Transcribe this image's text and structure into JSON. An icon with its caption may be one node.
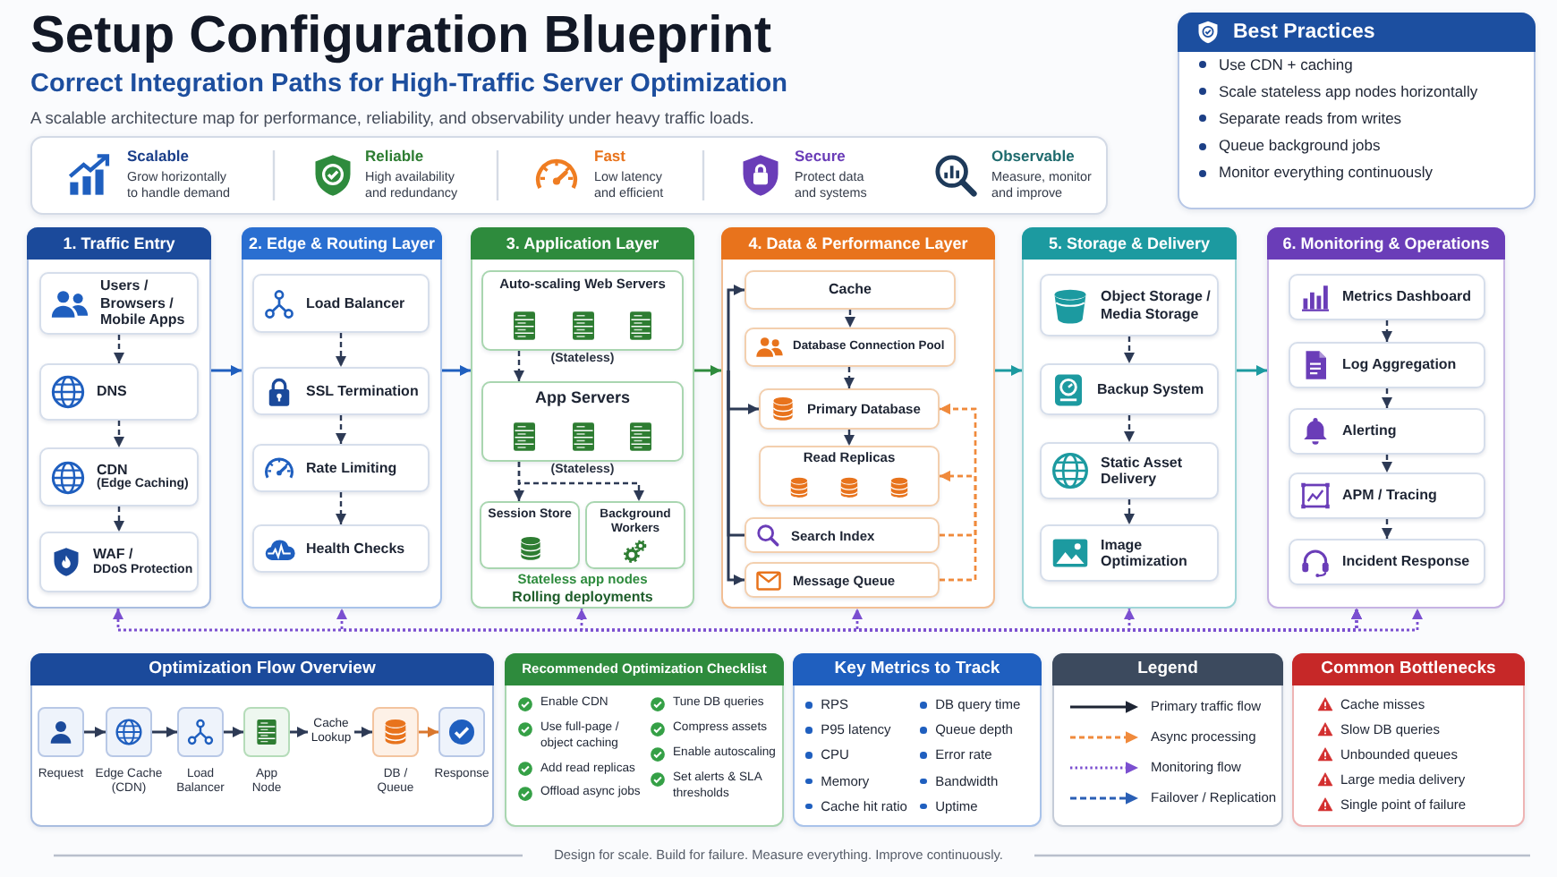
{
  "diagram": {
    "title": "Setup Configuration Blueprint",
    "caption": "Design for scale. Build for failure. Measure everything. Improve continuously.",
    "nodes": [
      {
        "text": [
          "Scalable",
          "Grow horizontally to handle demand",
          "Reliable",
          "High availability and redundancy",
          "Fast",
          "Low latency and efficient",
          "Secure",
          "Protect data and systems",
          "Observable",
          "Measure, monitor and improve"
        ]
      },
      {
        "text": [
          "Best Practices",
          "Use CDN + caching",
          "Scale stateless app nodes horizontally",
          "Separate reads from writes",
          "Queue background jobs",
          "Monitor everything continuously"
        ]
      },
      {
        "text": [
          "1. Traffic Entry"
        ]
      },
      {
        "text": [
          "Users / Browsers / Mobile Apps"
        ],
        "in": 2
      },
      {
        "text": [
          "DNS"
        ],
        "in": 2
      },
      {
        "text": [
          "CDN",
          "(Edge Caching)"
        ],
        "in": 2
      },
      {
        "text": [
          "WAF /",
          "DDoS Protection"
        ],
        "in": 2
      },
      {
        "text": [
          "2. Edge & Routing Layer"
        ]
      },
      {
        "text": [
          "Load Balancer"
        ],
        "in": 7
      },
      {
        "text": [
          "SSL Termination"
        ],
        "in": 7
      },
      {
        "text": [
          "Rate Limiting"
        ],
        "in": 7
      },
      {
        "text": [
          "Health Checks"
        ],
        "in": 7
      },
      {
        "text": [
          "3. Application Layer",
          "Stateless app nodes",
          "Rolling deployments"
        ]
      },
      {
        "text": [
          "Auto-scaling Web Servers"
        ],
        "beside": [
          "(Stateless)"
        ],
        "in": 12
      },
      {
        "text": [
          "App Servers"
        ],
        "beside": [
          "(Stateless)"
        ],
        "in": 12
      },
      {
        "text": [
          "Session Store"
        ],
        "in": 12
      },
      {
        "text": [
          "Background Workers"
        ],
        "in": 12
      },
      {
        "text": [
          "4. Data & Performance Layer"
        ]
      },
      {
        "text": [
          "Cache"
        ],
        "in": 17
      },
      {
        "text": [
          "Database Connection Pool"
        ],
        "in": 17
      },
      {
        "text": [
          "Primary Database"
        ],
        "in": 17
      },
      {
        "text": [
          "Read Replicas"
        ],
        "in": 17
      },
      {
        "text": [
          "Search Index"
        ],
        "in": 17
      },
      {
        "text": [
          "Message Queue"
        ],
        "in": 17
      },
      {
        "text": [
          "5. Storage & Delivery"
        ]
      },
      {
        "text": [
          "Object Storage / Media Storage"
        ],
        "in": 24
      },
      {
        "text": [
          "Backup System"
        ],
        "in": 24
      },
      {
        "text": [
          "Static Asset Delivery"
        ],
        "in": 24
      },
      {
        "text": [
          "Image Optimization"
        ],
        "in": 24
      },
      {
        "text": [
          "6. Monitoring & Operations"
        ]
      },
      {
        "text": [
          "Metrics Dashboard"
        ],
        "in": 29
      },
      {
        "text": [
          "Log Aggregation"
        ],
        "in": 29
      },
      {
        "text": [
          "Alerting"
        ],
        "in": 29
      },
      {
        "text": [
          "APM / Tracing"
        ],
        "in": 29
      },
      {
        "text": [
          "Incident Response"
        ],
        "in": 29
      },
      {
        "text": [
          "Optimization Flow Overview"
        ]
      },
      {
        "text": [],
        "shape": "box",
        "beside": [
          "Request"
        ],
        "in": 35
      },
      {
        "text": [],
        "shape": "box",
        "beside": [
          "Edge Cache (CDN)"
        ],
        "in": 35
      },
      {
        "text": [],
        "shape": "box",
        "beside": [
          "Load Balancer"
        ],
        "in": 35
      },
      {
        "text": [],
        "shape": "box",
        "beside": [
          "App Node"
        ],
        "in": 35
      },
      {
        "text": [
          "Cache Lookup"
        ],
        "in": 35
      },
      {
        "text": [],
        "shape": "box",
        "beside": [
          "DB / Queue"
        ],
        "in": 35
      },
      {
        "text": [],
        "shape": "box",
        "beside": [
          "Response"
        ],
        "in": 35
      },
      {
        "text": [
          "Recommended Optimization Checklist",
          "Enable CDN",
          "Use full-page / object caching",
          "Add read replicas",
          "Offload async jobs",
          "Tune DB queries",
          "Compress assets",
          "Enable autoscaling",
          "Set alerts & SLA thresholds"
        ]
      },
      {
        "text": [
          "Key Metrics to Track",
          "RPS",
          "P95 latency",
          "CPU",
          "Memory",
          "Cache hit ratio",
          "DB query time",
          "Queue depth",
          "Error rate",
          "Bandwidth",
          "Uptime"
        ]
      },
      {
        "text": [
          "Legend"
        ]
      },
      {
        "text": [
          "Common Bottlenecks",
          "Cache misses",
          "Slow DB queries",
          "Unbounded queues",
          "Large media delivery",
          "Single point of failure"
        ]
      }
    ],
    "edges": [
      {
        "from": 2,
        "to": 7,
        "arrow": "to",
        "color": "#1f5fbf"
      },
      {
        "from": 7,
        "to": 12,
        "arrow": "to",
        "color": "#1f5fbf"
      },
      {
        "from": 12,
        "to": 17,
        "arrow": "to",
        "color": "#2e8b3d"
      },
      {
        "from": 17,
        "to": 24,
        "arrow": "to",
        "color": "#1c9aa0"
      },
      {
        "from": 24,
        "to": 29,
        "arrow": "to",
        "color": "#1c9aa0"
      },
      {
        "from": 3,
        "to": 4,
        "arrow": "to",
        "style": "dashed"
      },
      {
        "from": 4,
        "to": 5,
        "arrow": "to",
        "style": "dashed"
      },
      {
        "from": 5,
        "to": 6,
        "arrow": "to",
        "style": "dashed"
      },
      {
        "from": 8,
        "to": 9,
        "arrow": "to",
        "style": "dashed"
      },
      {
        "from": 9,
        "to": 10,
        "arrow": "to",
        "style": "dashed"
      },
      {
        "from": 10,
        "to": 11,
        "arrow": "to",
        "style": "dashed"
      },
      {
        "from": 13,
        "to": 14,
        "arrow": "to",
        "style": "dashed"
      },
      {
        "from": 14,
        "to": 15,
        "arrow": "to",
        "style": "dashed"
      },
      {
        "from": 14,
        "to": 16,
        "arrow": "to",
        "style": "dashed"
      },
      {
        "from": 18,
        "to": 19,
        "arrow": "to",
        "style": "dashed"
      },
      {
        "from": 19,
        "to": 20,
        "arrow": "to",
        "style": "dashed"
      },
      {
        "from": 20,
        "to": 21,
        "arrow": "to",
        "style": "dashed"
      },
      {
        "from": null,
        "to": 18,
        "arrow": "to"
      },
      {
        "from": null,
        "to": 20,
        "arrow": "to"
      },
      {
        "from": null,
        "to": 22,
        "arrow": "none"
      },
      {
        "from": null,
        "to": 23,
        "arrow": "to"
      },
      {
        "from": 22,
        "to": 20,
        "arrow": "to",
        "style": "dashed",
        "color": "#f08a3c"
      },
      {
        "from": 22,
        "to": 21,
        "arrow": "to",
        "style": "dashed",
        "color": "#f08a3c"
      },
      {
        "from": 23,
        "to": 20,
        "arrow": "to",
        "style": "dashed",
        "color": "#f08a3c"
      },
      {
        "from": 23,
        "to": 21,
        "arrow": "to",
        "style": "dashed",
        "color": "#f08a3c"
      },
      {
        "from": 25,
        "to": 26,
        "arrow": "to",
        "style": "dashed"
      },
      {
        "from": 26,
        "to": 27,
        "arrow": "to",
        "style": "dashed"
      },
      {
        "from": 27,
        "to": 28,
        "arrow": "to",
        "style": "dashed"
      },
      {
        "from": 30,
        "to": 31,
        "arrow": "to",
        "style": "dashed"
      },
      {
        "from": 31,
        "to": 32,
        "arrow": "to",
        "style": "dashed"
      },
      {
        "from": 32,
        "to": 33,
        "arrow": "to",
        "style": "dashed"
      },
      {
        "from": 33,
        "to": 34,
        "arrow": "to",
        "style": "dashed"
      },
      {
        "from": 29,
        "to": 2,
        "arrow": "both",
        "style": "dashed",
        "color": "#7b4fd0"
      },
      {
        "from": 29,
        "to": 7,
        "arrow": "both",
        "style": "dashed",
        "color": "#7b4fd0"
      },
      {
        "from": 29,
        "to": 12,
        "arrow": "both",
        "style": "dashed",
        "color": "#7b4fd0"
      },
      {
        "from": 29,
        "to": 17,
        "arrow": "both",
        "style": "dashed",
        "color": "#7b4fd0"
      },
      {
        "from": 29,
        "to": 24,
        "arrow": "both",
        "style": "dashed",
        "color": "#7b4fd0"
      },
      {
        "from": 36,
        "to": 37,
        "arrow": "to"
      },
      {
        "from": 37,
        "to": 38,
        "arrow": "to"
      },
      {
        "from": 38,
        "to": 39,
        "arrow": "to"
      },
      {
        "from": 39,
        "to": 40,
        "arrow": "to"
      },
      {
        "from": 40,
        "to": 41,
        "arrow": "to"
      },
      {
        "from": 41,
        "to": 42,
        "arrow": "to",
        "color": "#d9772e"
      }
    ],
    "labels": [
      "Correct Integration Paths for High-Traffic Server Optimization",
      "A scalable architecture map for performance, reliability, and observability under heavy traffic loads."
    ],
    "legend": [
      {
        "text": "Primary traffic flow"
      },
      {
        "text": "Async processing"
      },
      {
        "text": "Monitoring flow"
      },
      {
        "text": "Failover / Replication"
      }
    ]
  }
}
